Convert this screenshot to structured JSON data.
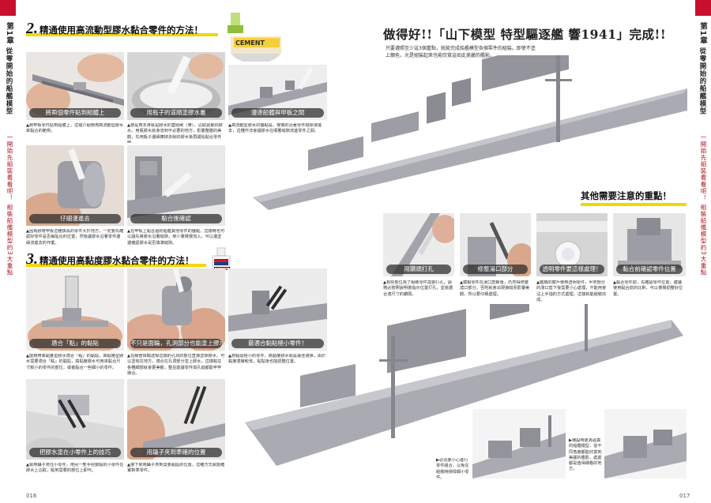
{
  "side_left": {
    "chapter": "第1章",
    "title": "從零開始的船艦模型",
    "subtitle": "一開始先組裝看看吧！ 組裝船艦模型的3大重點"
  },
  "side_right": {
    "chapter": "第1章",
    "title": "從零開始的船艦模型",
    "subtitle": "一開始先組裝看看吧！ 組裝船艦模型的3大重點"
  },
  "section2": {
    "number": "2.",
    "title": "精通使用高流動型膠水黏合零件的方法！"
  },
  "section3": {
    "number": "3.",
    "title": "精通使用高黏度膠水黏合零件的方法！"
  },
  "bottle_label": "CEMENT",
  "logo_label": "TAMIYA",
  "captions2": [
    "將兩個零件貼到組體上",
    "用瓶子的道順塗膠水裏",
    "漫達船體與甲板之間",
    "仔細漫進去",
    "黏合後確認"
  ],
  "notes2": [
    "▲將甲板零件貼到船體上，這裡介紹使用高流動型膠水來黏合的範例。",
    "▲要是用本身就是膠水的蓋頭刷（筆），沾取過量的膠水。用瓶膠水就會流到不必要的地方，影響整體的美觀，先用瓶子邊緣擦掉多餘的膠水後再開始黏合零件吧。",
    "▲高流動型膠水的優點是，慢慢的沿著零件縫隙漫進去，這種作法會讓膠水在順著縫隙流進零件之間。",
    "▲因為膠用甲板這種狹長的零件大於地方，一定要先確認好零件是否每貼合的位置，然後讓膠水沿著零件邊緣流進去的作業。",
    "▲在甲板上黏合過的船艦其他零件的優點，這樣時也可以讓先將膠水沿著縫隙，用少量慢慢流入，可以邊塗邊確認膠水是否填滿縫隙。"
  ],
  "captions3": [
    "適合「點」的黏貼",
    "不只是面輪，孔洞部分也能塗上膠水",
    "最適合黏貼極小零件！",
    "把膠水塗在小零件上的技巧",
    "用鑷子夾到準確的位置"
  ],
  "notes3": [
    "▲能夠用高黏度型膠水適合「點」的黏貼，高黏度型膠水需要適合「點」的黏貼，高黏度膠水可用來黏合尺寸較小的零件的部位，或者黏合一些細小的零件。",
    "▲在細管與輸送桿這樣的孔洞的部位直接塗抹膠水，可以塗有在地方，適合在孔洞部分塗上膠水，這樣點在各種細部就會更美觀，整且能讓零件與孔縫都能牢牢接合。",
    "▲想黏貼極小的零件，高黏度膠水就是最佳選擇，由於黏度適度較低，點貼後也能調整位置。",
    "▲就用鑷子夾住小零件，用另一隻手把要黏的小零件在膠水上沾取，點到需要的部位上即可。",
    "▲接下來用鑷子夾到需要黏貼的位置，這種方式就能確實對準零件。"
  ],
  "main_title": "做得好!!「山下模型 特型驅逐艦 響1941」完成!!",
  "intro": "只要遵照至少這3個重點，就能完成船艦模型各個零件的組裝。即使不塗上顏色，光是組裝起來也能欣賞這如此美麗的艦影。",
  "sub_title": "其他需要注意的重點！",
  "captions_other": [
    "用鑽頭打孔",
    "修整湯口部分",
    "透明零件要這樣處理！",
    "黏合前確認零件位置"
  ],
  "notes_other": [
    "▲有些部位為了組裝零件需要打孔，請務必按照說明書指示位置打孔，並挑選合適尺寸的鑽頭。",
    "▲模擬零件在湯口剪斷後，仍然得修整澆口部分，否則就會出現接縫而影響美觀，所以要仔細處理。",
    "▲艦橋的窗戶使用透明零件，半夾部分的湯口剪下後需要小心處理，不能用會沾上手指的方式處理，這樣就能組裝完成。",
    "▲黏合零件前，先確認零件位置，建議使用黏合前的比對，可以慢慢調整好位置。"
  ],
  "notes_bottom": [
    "▶必須要小心進行零件組合，以免在組裝時損壞細小零件。",
    "▶陳設時更為逼真的船艦模型，從不同角度都能欣賞到美麗的艦影，處處都是值得細看的地方。"
  ],
  "page_left": "016",
  "page_right": "017",
  "colors": {
    "accent_red": "#c8102e",
    "highlight_yellow": "#f2d800",
    "model_gray": "#a9aab2"
  }
}
